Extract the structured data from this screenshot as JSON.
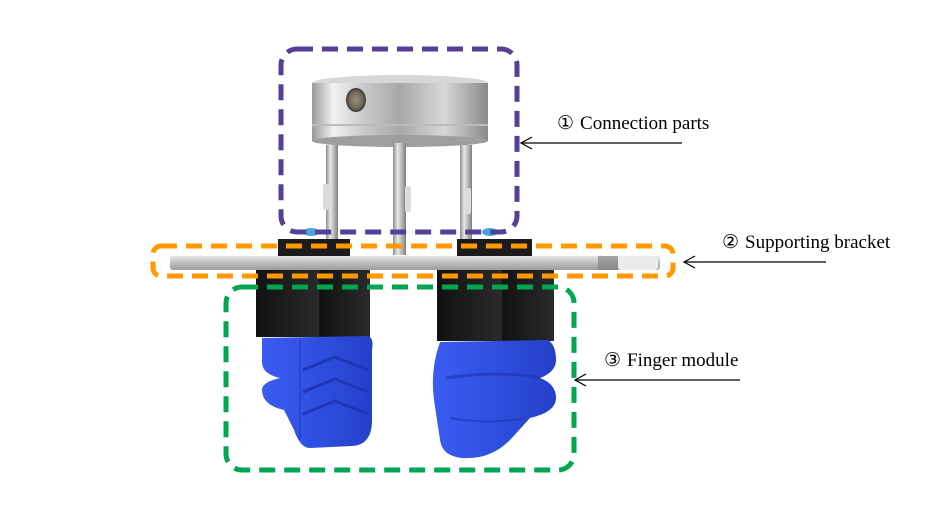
{
  "diagram": {
    "subject": "Soft robotic gripper assembly",
    "callouts": [
      {
        "id": "connection",
        "number": "①",
        "text": "Connection parts",
        "color": "#553f99"
      },
      {
        "id": "bracket",
        "number": "②",
        "text": "Supporting bracket",
        "color": "#ff9900"
      },
      {
        "id": "finger",
        "number": "③",
        "text": "Finger module",
        "color": "#00a651"
      }
    ],
    "colors": {
      "finger_blue": "#2f4fe0",
      "finger_block": "#1e1e1e",
      "metal_light": "#e4e4e4",
      "metal_dark": "#8e8e8e",
      "screw_cap": "#4aa3df",
      "arrow": "#000000"
    }
  }
}
